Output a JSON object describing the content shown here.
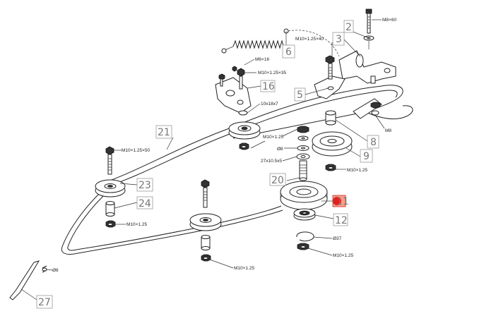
{
  "callouts": {
    "n2": "2",
    "n3": "3",
    "n5": "5",
    "n6": "6",
    "n8": "8",
    "n9": "9",
    "n11": "11",
    "n12": "12",
    "n16": "16",
    "n20": "20",
    "n21": "21",
    "n23": "23",
    "n24": "24",
    "n27": "27"
  },
  "specs": {
    "m8x60": "M8×60",
    "m10x125x40": "M10×1.25×40",
    "m6x16": "M6×16",
    "m10x125x35": "M10×1.25×35",
    "washer10x18x7": "10x18x7",
    "m8": "M8",
    "m10x125_a": "M10×1.25",
    "d8_a": "Ø8",
    "w27x105x5": "27x10.5x5",
    "m10x125_b": "M10×1.25",
    "m10x125x50": "M10×1.25×50",
    "m10x125_c": "M10×1.25",
    "d37": "Ø37",
    "m10x125_d": "M10×1.25",
    "m10x125_e": "M10×1.25",
    "d8_b": "Ø8"
  },
  "colors": {
    "highlight_marker": "#e0201c",
    "highlight_box": "#f2a08c"
  }
}
